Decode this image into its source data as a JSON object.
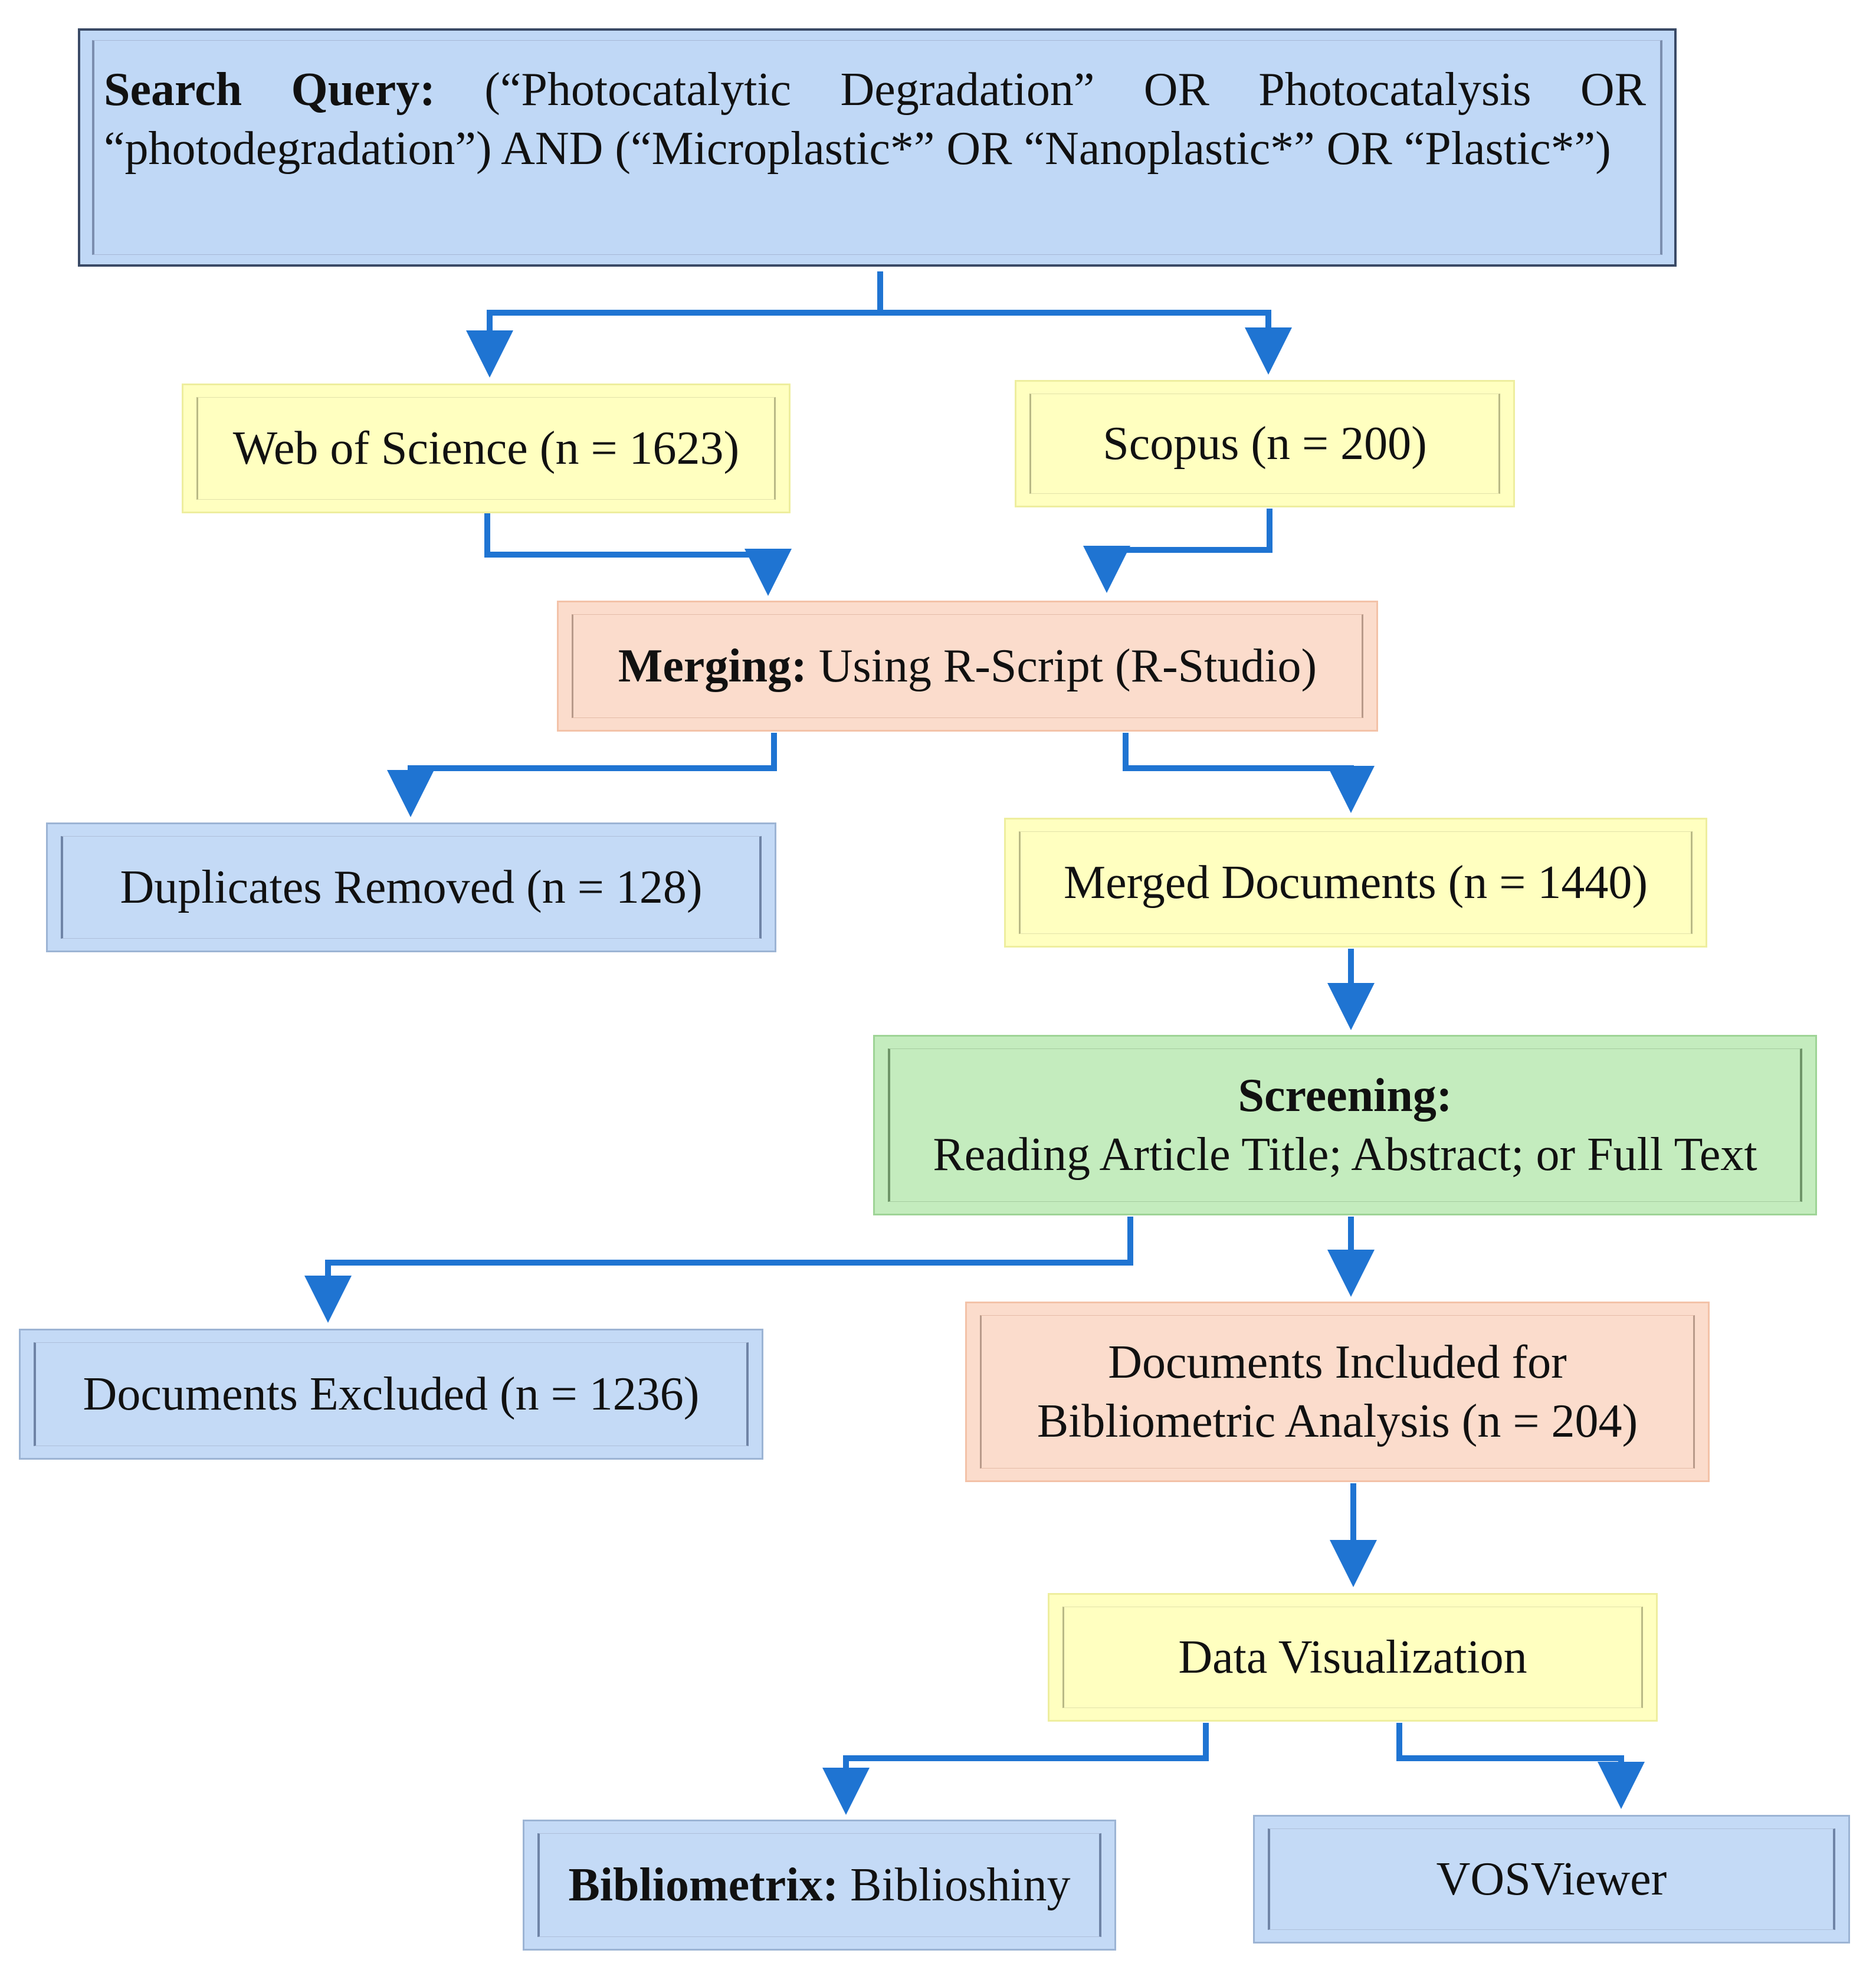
{
  "query": {
    "label": "Search Query:",
    "text": "(“Photocatalytic Degradation” OR Photocatalysis OR “photodegradation”) AND (“Microplastic*” OR “Nanoplastic*” OR “Plastic*”)"
  },
  "sources": {
    "wos": "Web of Science (n = 1623)",
    "scopus": "Scopus (n = 200)"
  },
  "merging": {
    "label": "Merging:",
    "text": "Using R-Script (R-Studio)"
  },
  "duplicates": "Duplicates Removed (n = 128)",
  "merged": "Merged Documents (n = 1440)",
  "screening": {
    "label": "Screening:",
    "text": "Reading Article Title; Abstract; or Full Text"
  },
  "excluded": "Documents Excluded (n = 1236)",
  "included": {
    "line1": "Documents Included for",
    "line2": "Bibliometric Analysis (n = 204)"
  },
  "visualization": "Data Visualization",
  "tools": {
    "bibliometrix_label": "Bibliometrix:",
    "bibliometrix_text": "Biblioshiny",
    "vosviewer": "VOSViewer"
  },
  "colors": {
    "arrow": "#1f74d2",
    "blue_box": "#c4daf6",
    "yellow_box": "#ffffc0",
    "peach_box": "#fbdccc",
    "green_box": "#c4ecbe"
  }
}
